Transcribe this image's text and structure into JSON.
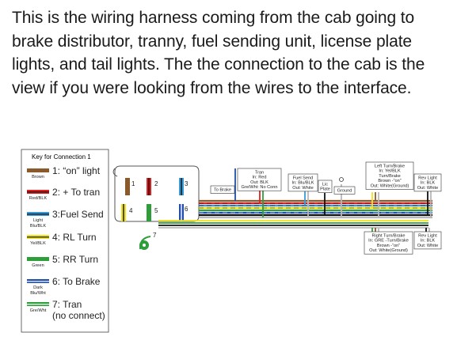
{
  "caption": "This is the wiring harness coming from the cab going to brake distributor, tranny, fuel sending unit, license plate lights, and tail lights. The the connection to the cab is the view if you were looking from the wires to the interface.",
  "key": {
    "title": "Key for Connection 1",
    "items": [
      {
        "pin": "1",
        "desc": "1: “on” light",
        "color_label": [
          "Brown"
        ],
        "color": "#8b5a2b",
        "stripe": ""
      },
      {
        "pin": "2",
        "desc": "2: + To tran",
        "color_label": [
          "Red/BLK"
        ],
        "color": "#e02020",
        "stripe": "#111111"
      },
      {
        "pin": "3",
        "desc": "3:Fuel Send",
        "color_label": [
          "Light",
          "Blu/BLK"
        ],
        "color": "#3a9ad9",
        "stripe": "#111111"
      },
      {
        "pin": "4",
        "desc": "4: RL Turn",
        "color_label": [
          "Yel/BLK"
        ],
        "color": "#f2e21a",
        "stripe": "#111111"
      },
      {
        "pin": "5",
        "desc": "5: RR Turn",
        "color_label": [
          "Green"
        ],
        "color": "#2e9e3a",
        "stripe": ""
      },
      {
        "pin": "6",
        "desc": "6: To Brake",
        "color_label": [
          "Dark",
          "Blu/Wht"
        ],
        "color": "#1f4fa8",
        "stripe": "#ffffff"
      },
      {
        "pin": "7",
        "desc": "7: Tran",
        "desc2": "(no connect)",
        "color_label": [
          "Gre/Wht"
        ],
        "color": "#2e9e3a",
        "stripe": "#ffffff"
      }
    ]
  },
  "connector_pins": [
    "1",
    "2",
    "3",
    "4",
    "5",
    "6",
    "7"
  ],
  "labels": {
    "to_brake": "To Brake",
    "tran": [
      "Tran",
      "In: Red",
      "Out: BLK",
      "Gre/Wht: No Conn"
    ],
    "fuel_send": [
      "Fuel Send",
      "In: Blu/BLK",
      "Out: White"
    ],
    "lic_plate": [
      "Lic",
      "Plate"
    ],
    "ground": "Ground",
    "left_turn": [
      "Left Turn/Brake",
      "In: Yel/BLK",
      "Turn/Brake",
      "Brown -“on”",
      "Out: White(Ground)"
    ],
    "rev_light_top": [
      "Rev Light",
      "In: BLK",
      "Out: White"
    ],
    "right_turn": [
      "Right Turn/Brake",
      "In: GRE -Turn/Brake",
      "Brown -“on”",
      "Out: White(Ground)"
    ],
    "rev_light_bottom": [
      "Rev Light",
      "In: BLK",
      "Out: White"
    ]
  }
}
